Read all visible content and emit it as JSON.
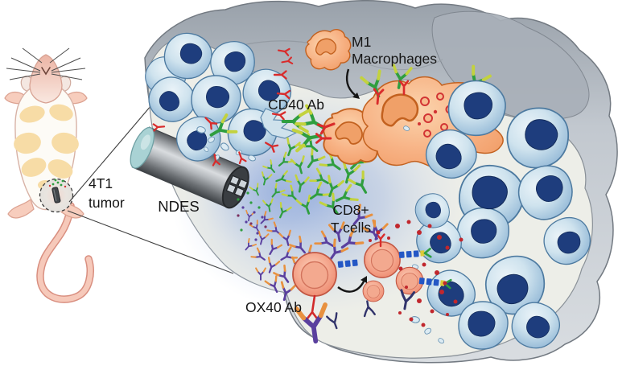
{
  "figure": {
    "labels": {
      "tumor_line1": "4T1",
      "tumor_line2": "tumor",
      "device": "NDES",
      "cd40": "CD40 Ab",
      "m1_line1": "M1",
      "m1_line2": "Macrophages",
      "cd8_line1": "CD8+",
      "cd8_line2": "T cells",
      "ox40": "OX40 Ab"
    },
    "colors": {
      "tumor_cell_blue": "#9dbfda",
      "nucleus_navy": "#1e3d7d",
      "macrophage_orange": "#f5a671",
      "t_cell_salmon": "#f2957c",
      "cd40_ab_green": "#2f9e3f",
      "cd40_ab_tip_yellow": "#c3d23e",
      "ox40_ab_purple": "#5a3f9e",
      "ox40_ab_tip_orange": "#e8913f",
      "receptor_red": "#d92b2b",
      "membrane_gray": "#c2c8cf",
      "cytoplasm_cream": "#edeee8",
      "glow_blue": "#7696d8",
      "device_cap_teal": "#a9d2d4"
    }
  }
}
